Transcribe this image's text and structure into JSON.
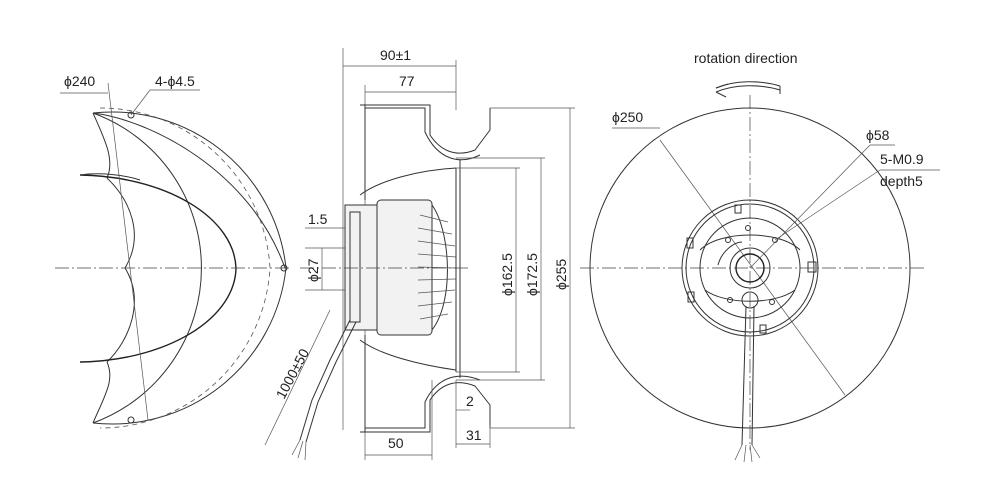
{
  "labels": {
    "left_diameter": "ϕ240",
    "left_holes": "4-ϕ4.5",
    "total_width": "90±1",
    "body_width": "77",
    "flange_thickness": "1.5",
    "shaft_diameter": "ϕ27",
    "cable_length": "1000±50",
    "inner_d1": "ϕ162.5",
    "inner_d2": "ϕ172.5",
    "outer_d": "ϕ255",
    "gap": "2",
    "base_width": "50",
    "rear_depth": "31",
    "rotation": "rotation direction",
    "front_d": "ϕ250",
    "hub_d": "ϕ58",
    "thread": "5-M0.9",
    "depth": "depth5"
  }
}
